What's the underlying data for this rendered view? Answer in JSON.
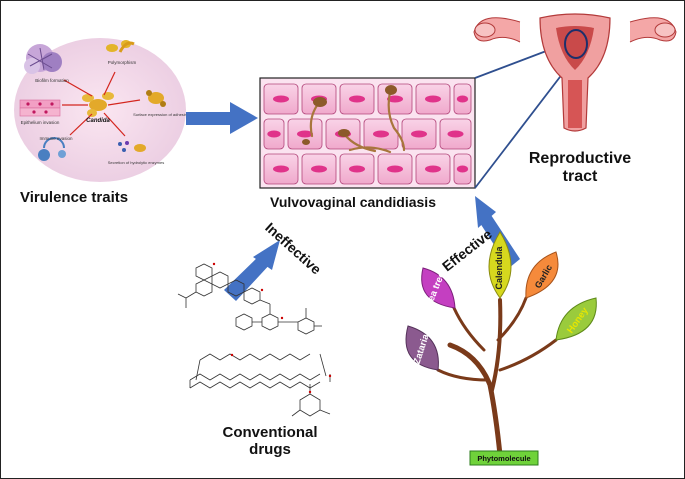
{
  "virulence": {
    "center": "Candida",
    "traits": [
      "Biofilm formation",
      "Polymorphism",
      "Surface expression of adhesin",
      "Secretion of hydrolytic enzymes",
      "Immune evasion",
      "Epithelium invasion"
    ],
    "label": "Virulence traits"
  },
  "center": {
    "label": "Vulvovaginal candidiasis"
  },
  "organ": {
    "label_line1": "Reproductive",
    "label_line2": "tract"
  },
  "drugs": {
    "arrow_label": "Ineffective",
    "label_line1": "Conventional",
    "label_line2": "drugs"
  },
  "plants": {
    "arrow_label": "Effective",
    "leaves": [
      "Tea tree",
      "Calendula",
      "Garlic",
      "Honey",
      "Zataria"
    ],
    "base_label": "Phytomolecule"
  },
  "colors": {
    "arrow": "#4472c4",
    "cell": "#f4b8d4",
    "nucleus": "#e0338a",
    "tea_tree": "#c43fc1",
    "calendula": "#d6d81e",
    "garlic": "#f58a3b",
    "honey": "#9acb3c",
    "zataria": "#8b5a8f",
    "phytomolecule": "#6fd23a"
  }
}
